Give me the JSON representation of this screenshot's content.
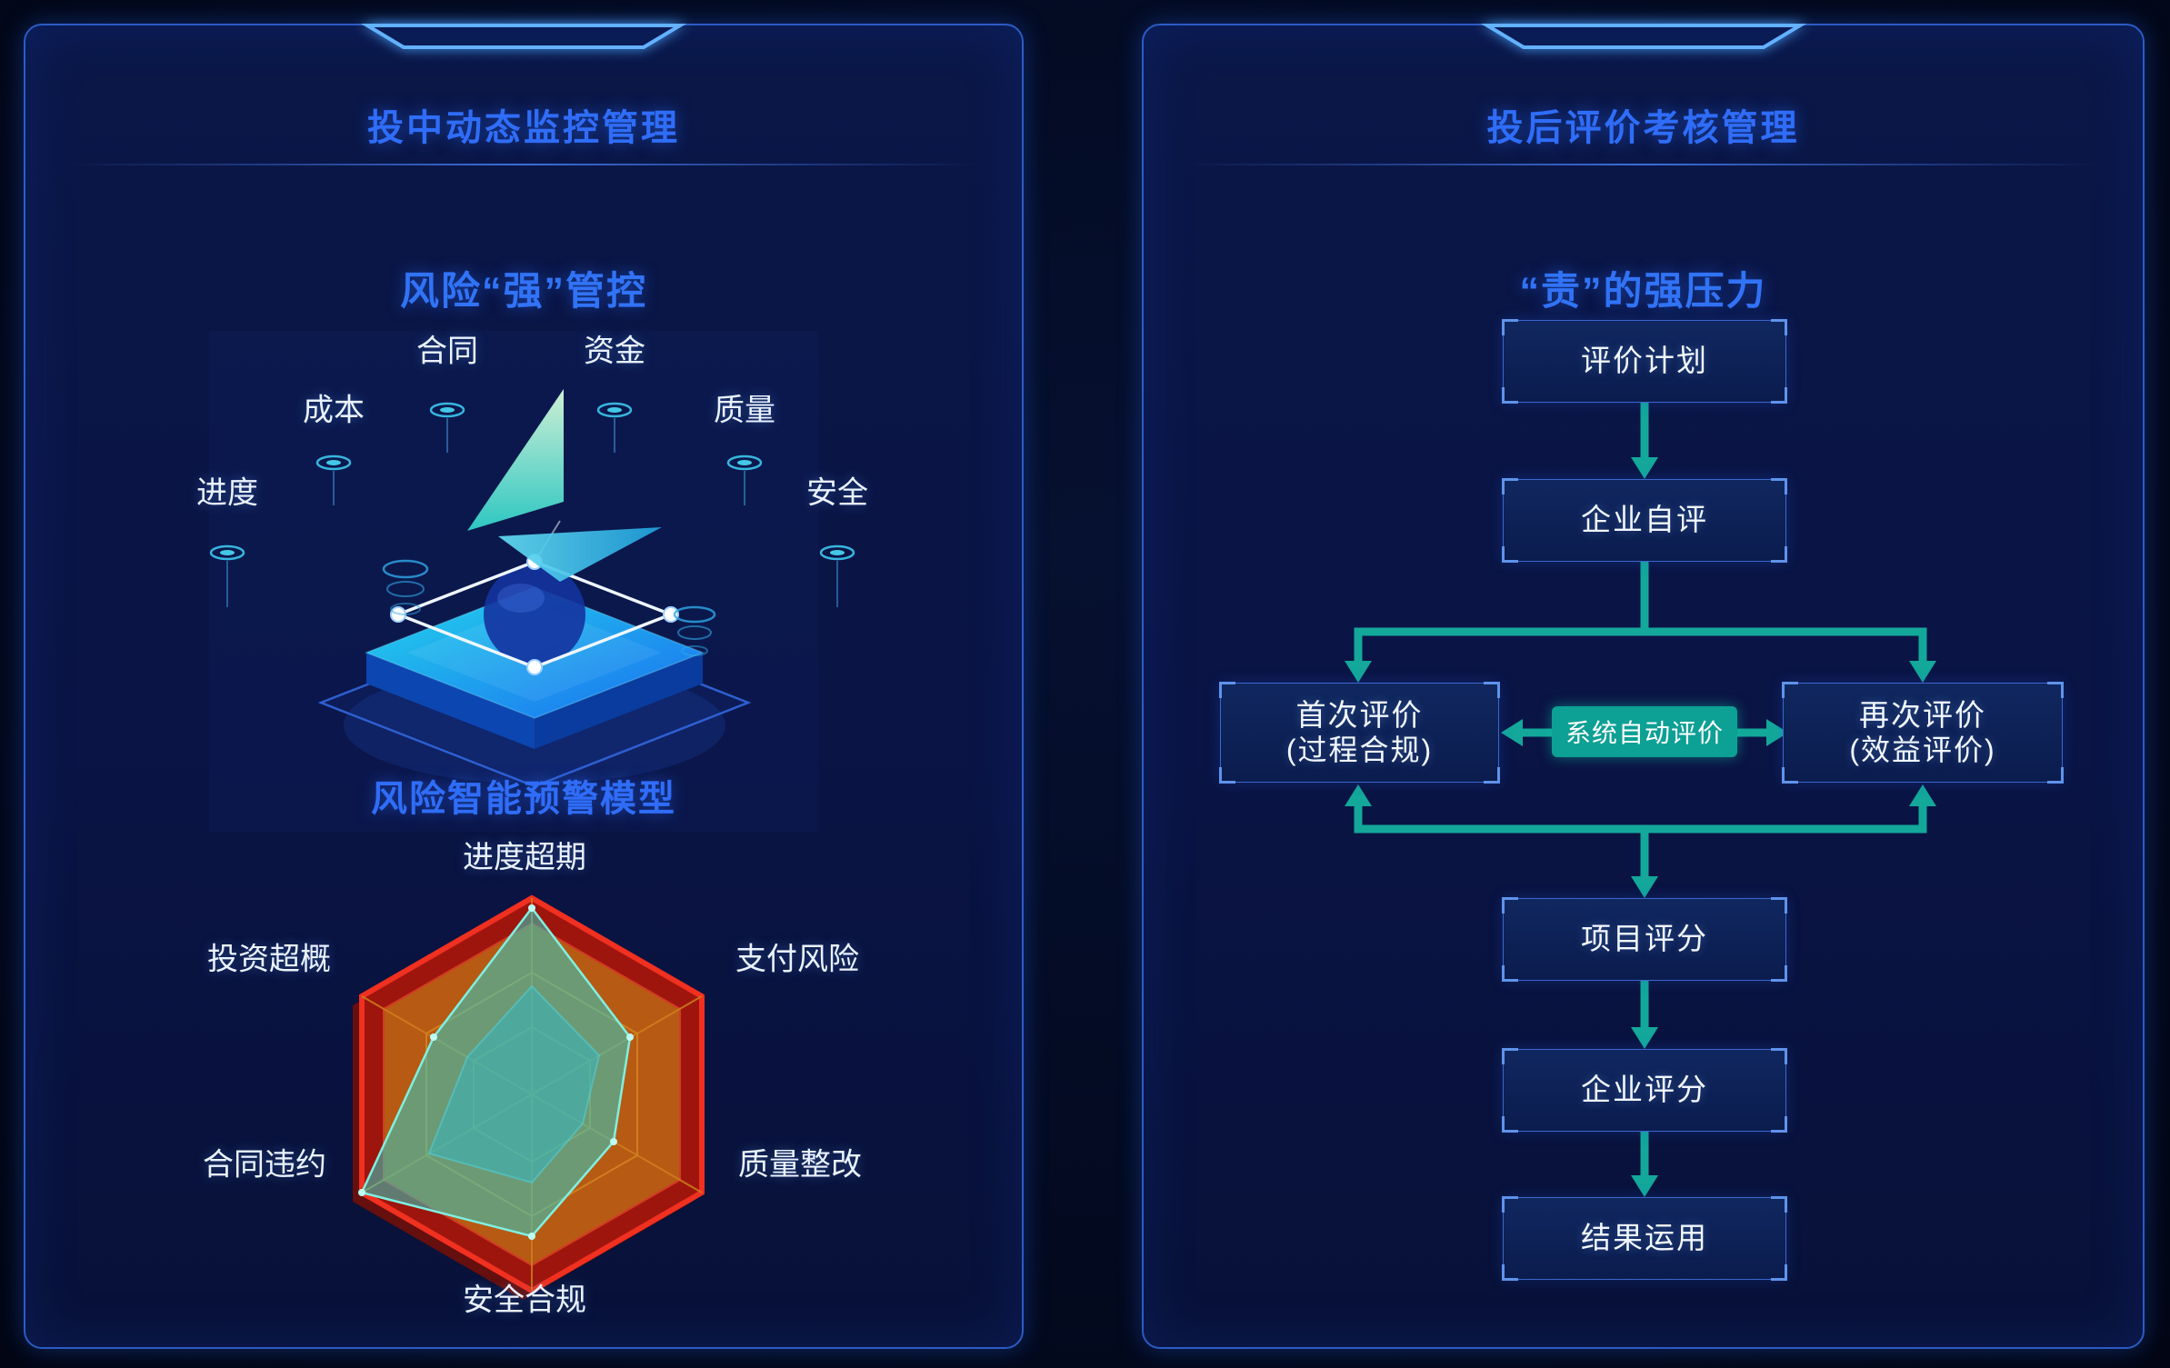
{
  "colors": {
    "background": "#030a20",
    "panel_border": "#2c5bc4",
    "title_blue": "#2f6df8",
    "arrow_teal": "#13a89a",
    "radar_red": "#f03020",
    "radar_orange": "#b75a14",
    "radar_data_teal": "#2fd0c4",
    "box_border": "#3b66cc"
  },
  "icons": {
    "panel_notch": "trapezoid-tab",
    "label_marker": "glow-ring",
    "illustration": "isometric-platform-with-paper-plane"
  },
  "left_panel": {
    "title": "投中动态监控管理",
    "subtitle": "风险“强”管控",
    "monitor_labels": [
      "合同",
      "资金",
      "成本",
      "质量",
      "进度",
      "安全"
    ],
    "model_title": "风险智能预警模型"
  },
  "right_panel": {
    "title": "投后评价考核管理",
    "subtitle": "“责”的强压力",
    "flow": {
      "step1": "评价计划",
      "step2": "企业自评",
      "left_branch_line1": "首次评价",
      "left_branch_line2": "(过程合规)",
      "center_label": "系统自动评价",
      "right_branch_line1": "再次评价",
      "right_branch_line2": "(效益评价)",
      "step3": "项目评分",
      "step4": "企业评分",
      "step5": "结果运用"
    }
  },
  "chart_data": {
    "type": "radar",
    "title": "风险智能预警模型",
    "categories": [
      "进度超期",
      "支付风险",
      "质量整改",
      "安全合规",
      "合同违约",
      "投资超概"
    ],
    "series": [
      {
        "name": "outer-teal-polygon",
        "values": [
          0.95,
          0.58,
          0.48,
          0.72,
          1.0,
          0.58
        ]
      },
      {
        "name": "inner-teal-polygon",
        "values": [
          0.55,
          0.4,
          0.3,
          0.45,
          0.6,
          0.38
        ]
      }
    ],
    "ylim": [
      0,
      1
    ],
    "grid": true,
    "legend": "none"
  }
}
